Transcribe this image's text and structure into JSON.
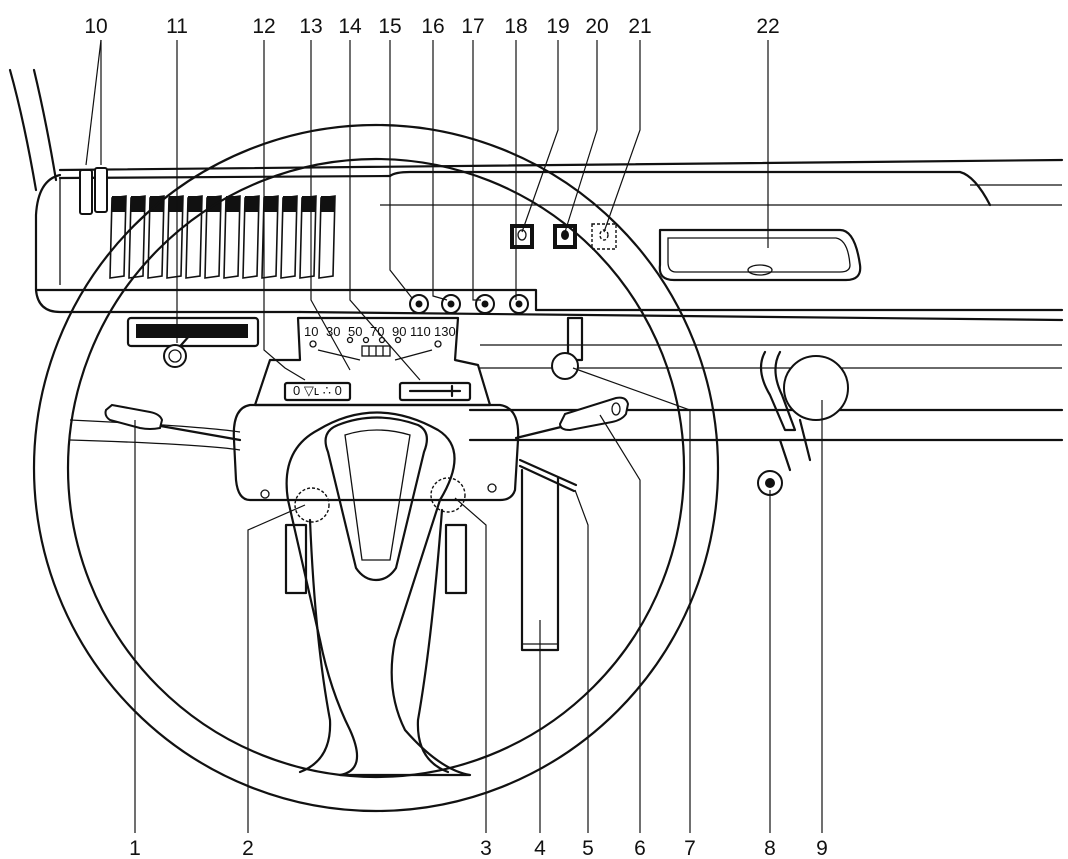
{
  "callouts_top": [
    "10",
    "11",
    "12",
    "13",
    "14",
    "15",
    "16",
    "17",
    "18",
    "19",
    "20",
    "21",
    "22"
  ],
  "callouts_bottom": [
    "1",
    "2",
    "3",
    "4",
    "5",
    "6",
    "7",
    "8",
    "9"
  ],
  "speedometer": {
    "scale": [
      "10",
      "30",
      "50",
      "70",
      "90",
      "110",
      "130"
    ]
  }
}
